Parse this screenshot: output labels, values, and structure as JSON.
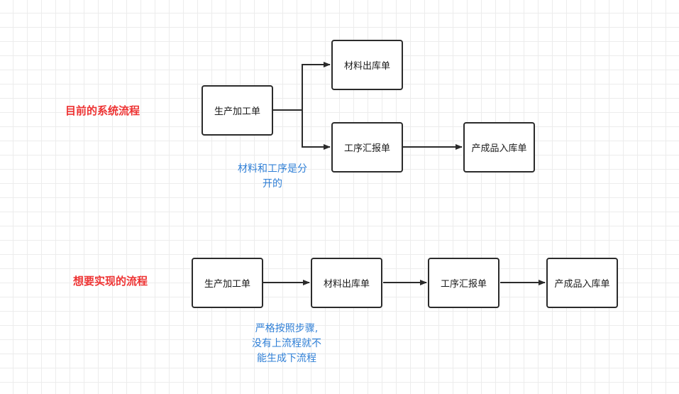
{
  "labels": {
    "current_flow": "目前的系统流程",
    "desired_flow": "想要实现的流程"
  },
  "current": {
    "production_order": "生产加工单",
    "material_issue": "材料出库单",
    "process_report": "工序汇报单",
    "product_receipt": "产成品入库单",
    "note_lines": [
      "材料和工序是分",
      "开的"
    ]
  },
  "desired": {
    "production_order": "生产加工单",
    "material_issue": "材料出库单",
    "process_report": "工序汇报单",
    "product_receipt": "产成品入库单",
    "note_lines": [
      "严格按照步骤,",
      "没有上流程就不",
      "能生成下流程"
    ]
  },
  "colors": {
    "label_red": "#ee3333",
    "note_blue": "#2f7fd6",
    "stroke": "#2b2b2b"
  }
}
